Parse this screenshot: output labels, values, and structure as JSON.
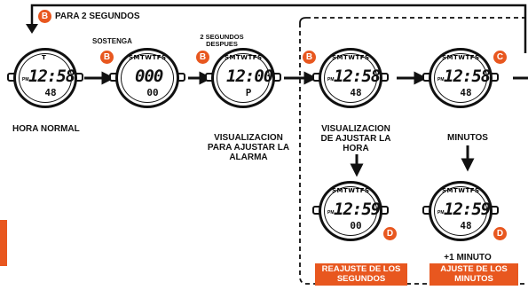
{
  "labels": {
    "press_two_seconds": "PARA 2 SEGUNDOS",
    "hold": "SOSTENGA",
    "two_seconds_after": "2 SEGUNDOS\nDESPUES",
    "normal_time": "HORA NORMAL",
    "alarm_display": "VISUALIZACION\nPARA AJUSTAR LA\nALARMA",
    "hour_display": "VISUALIZACION\nDE AJUSTAR LA\nHORA",
    "minutes": "MINUTOS",
    "plus_one_minute": "+1 MINUTO",
    "seconds_adjust": "REAJUSTE DE LOS\nSEGUNDOS",
    "minutes_adjust": "AJUSTE DE LOS\nMINUTOS"
  },
  "buttons": {
    "b": "B",
    "c": "C",
    "d": "D"
  },
  "watches": [
    {
      "time": "12:58",
      "seconds": "48",
      "pm": "PM",
      "days": "T"
    },
    {
      "time": "000",
      "seconds": "00",
      "pm": "",
      "days": "SMTWTFS"
    },
    {
      "time": "12:00",
      "seconds": "P",
      "pm": "",
      "days": "SMTWTFS"
    },
    {
      "time": "12:58",
      "seconds": "48",
      "pm": "PM",
      "days": "SMTWTFS"
    },
    {
      "time": "12:58",
      "seconds": "48",
      "pm": "PM",
      "days": "SMTWTFS"
    },
    {
      "time": "12:59",
      "seconds": "00",
      "pm": "PM",
      "days": "SMTWTFS"
    },
    {
      "time": "12:59",
      "seconds": "48",
      "pm": "PM",
      "days": "SMTWTFS"
    }
  ],
  "colors": {
    "accent": "#e8571f",
    "ink": "#111111"
  }
}
